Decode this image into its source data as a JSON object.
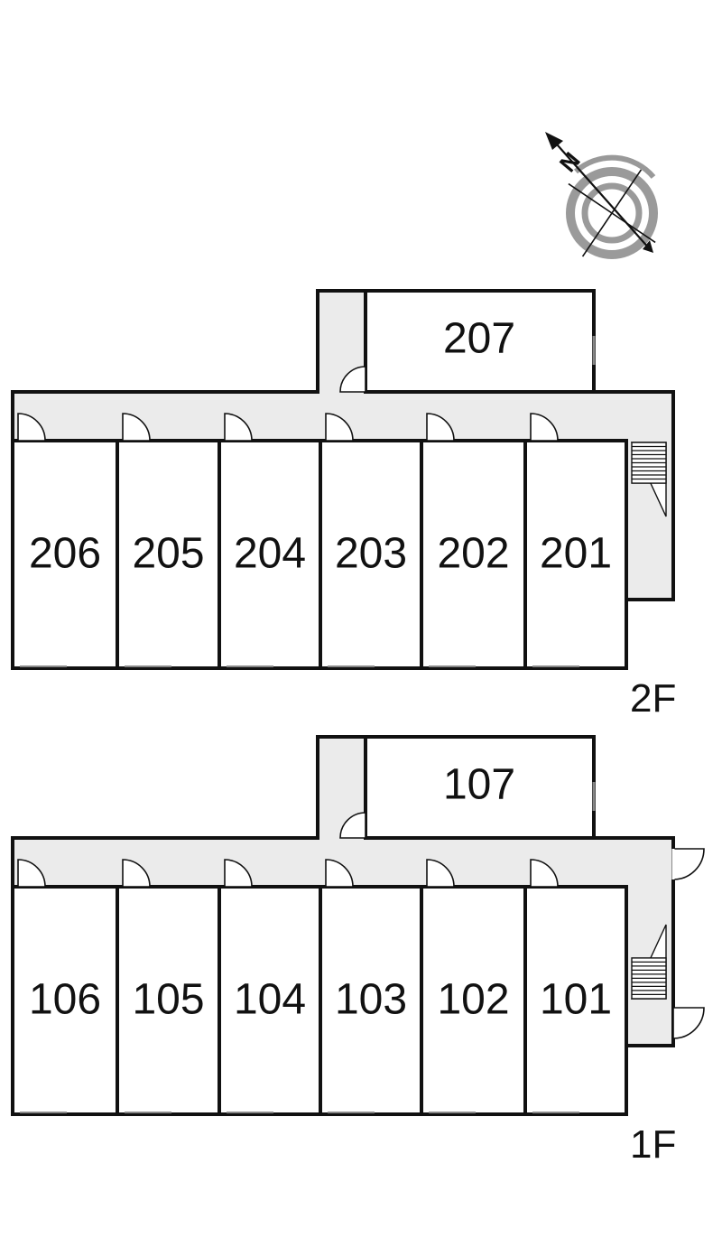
{
  "compass": {
    "north_label": "N"
  },
  "floors": [
    {
      "label": "2F",
      "units": [
        "206",
        "205",
        "204",
        "203",
        "202",
        "201"
      ],
      "extra_unit": "207"
    },
    {
      "label": "1F",
      "units": [
        "106",
        "105",
        "104",
        "103",
        "102",
        "101"
      ],
      "extra_unit": "107"
    }
  ]
}
